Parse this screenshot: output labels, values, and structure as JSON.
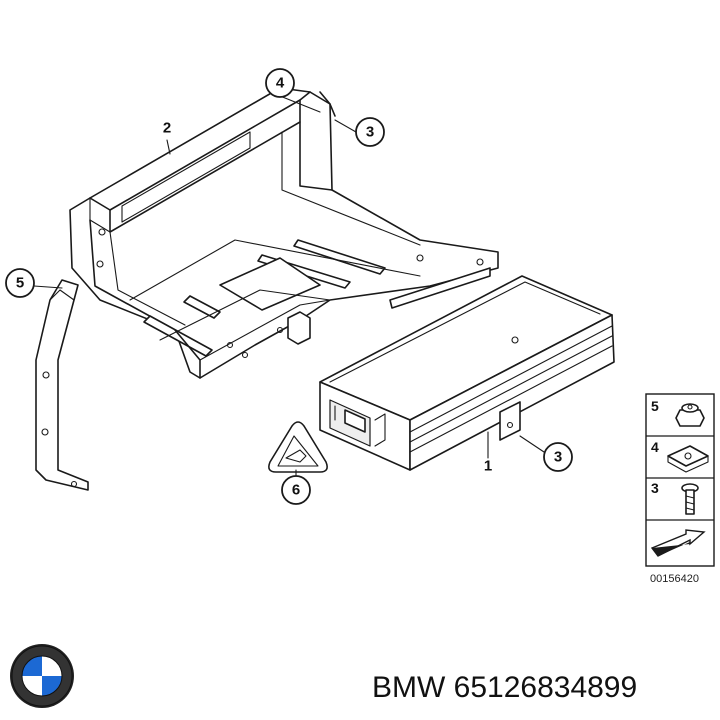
{
  "parts": {
    "amplifier": {
      "label": "1"
    },
    "bracket": {
      "label": "2"
    },
    "screw_amplifier": {
      "label": "3"
    },
    "screw_bracket": {
      "label": "3"
    },
    "clip_nut": {
      "label": "4"
    },
    "side_strut": {
      "label": "5"
    },
    "warning_label": {
      "label": "6"
    }
  },
  "legend": {
    "items": [
      {
        "label": "5",
        "icon": "hex-nut-icon"
      },
      {
        "label": "4",
        "icon": "clip-nut-icon"
      },
      {
        "label": "3",
        "icon": "screw-icon"
      }
    ],
    "arrow_icon": "direction-arrow-icon",
    "ref_number": "00156420"
  },
  "footer": {
    "brand_logo": "bmw-logo",
    "caption": "BMW 65126834899"
  },
  "colors": {
    "line": "#1a1a1a",
    "background": "#ffffff"
  }
}
